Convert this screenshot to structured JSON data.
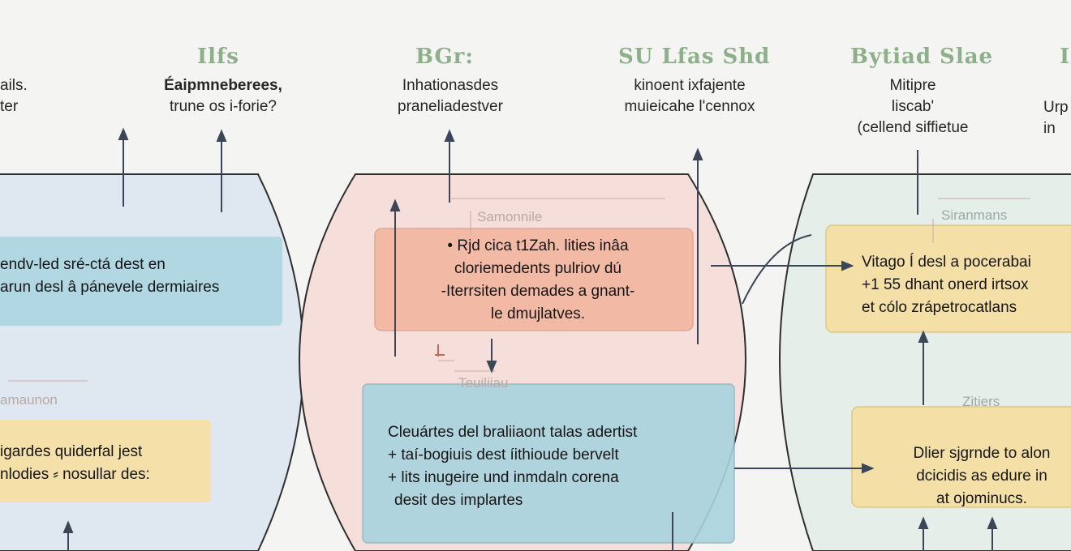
{
  "title": "",
  "columns": [
    {
      "header": "",
      "lines": [
        "ails.",
        "ter"
      ]
    },
    {
      "header": "Ilfs",
      "lines": [
        "Éaipmneberees,",
        "trune os i-forie?"
      ]
    },
    {
      "header": "BGr:",
      "lines": [
        "Inhationasdes",
        "praneliadestver"
      ]
    },
    {
      "header": "SU Lfas Shd",
      "lines": [
        "kinoent ixfajente",
        "muieicahe l'cennox"
      ]
    },
    {
      "header": "Bytiad Slae",
      "lines": [
        "Mitipre",
        "liscab'",
        "(cellend siffietue"
      ]
    },
    {
      "header": "I",
      "lines": [
        "Urp",
        "in"
      ]
    }
  ],
  "cards": {
    "left_blue": {
      "lines": [
        "endv-led sré-ctá dest en",
        "arun desl â pánevele dermiaires"
      ]
    },
    "left_faint_label": "amaunon",
    "left_yellow": {
      "lines": [
        "igardes quiderfal jest",
        "nlodies ⸗ nosullar des:"
      ]
    },
    "center_faint_label": "Samonnile",
    "center_orange": {
      "lines": [
        "• Rjd cica t1Zah. lities inâa",
        "cloriemedents pulriov  dú",
        "-Iterrsiten demades a gnant-",
        "le dmujlatves."
      ]
    },
    "center_faint_label_2": "Teuiliiau",
    "center_blue": {
      "lines": [
        "Cleuártes del braliiaont talas adertist",
        "+ taí-bogiuis dest íithioude bervelt",
        "+ lits inugeire und inmdaln corena",
        "desit des implartes"
      ]
    },
    "right_faint_label": "Siranmans",
    "right_yellow_top": {
      "lines": [
        "Vitago  Í desl a pocerabai",
        "+1 55 dhant onerd irtsox",
        "et cólo zrápetrocatlans"
      ]
    },
    "right_faint_label_2": "Zitiers",
    "right_yellow_bottom": {
      "lines": [
        "Dlier sjgrnde to alon",
        "dcicidis as edure in",
        "at ojominucs."
      ]
    }
  },
  "colors": {
    "header_green": "#8db08a",
    "blue_fill": "#a9d3df",
    "orange_fill": "#f2b49c",
    "yellow_fill": "#f6dfa0",
    "hex_left": "#dfe8f1",
    "hex_center": "#f6dedb",
    "hex_right": "#e6eeea",
    "line_dark": "#3b4658"
  }
}
